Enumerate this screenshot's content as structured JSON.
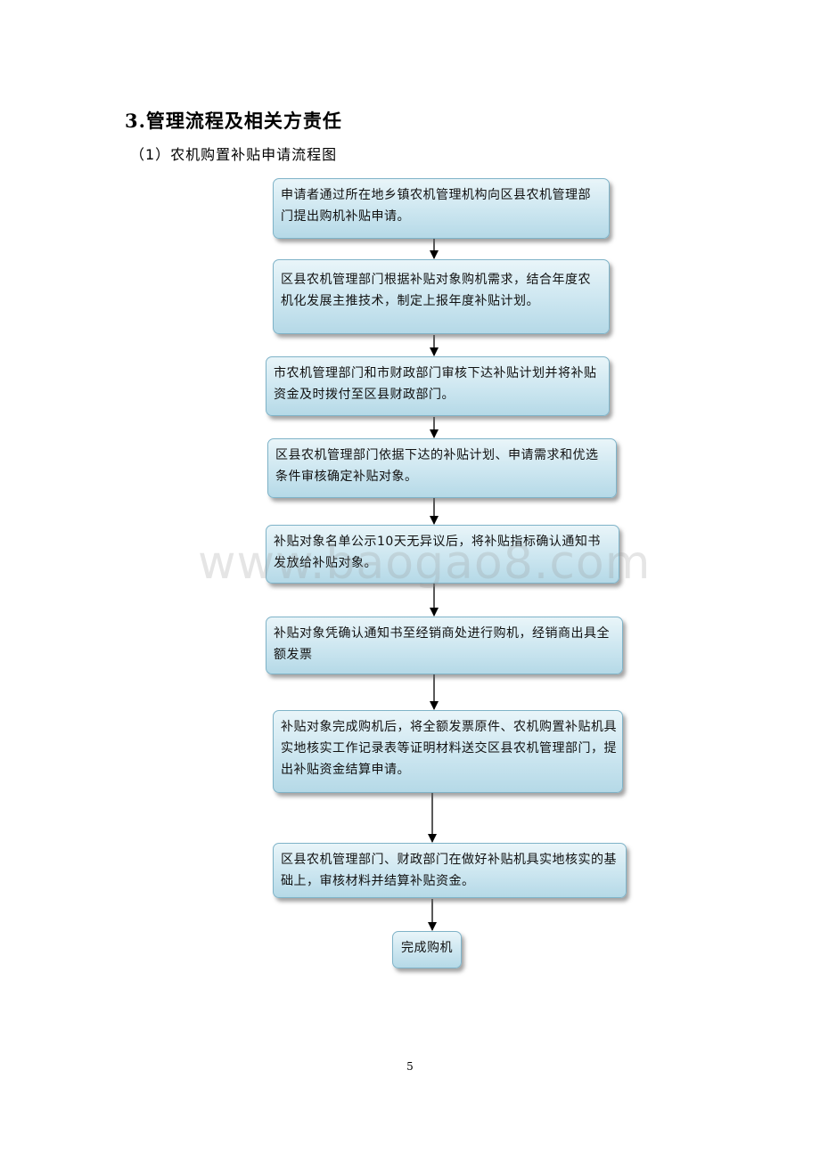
{
  "heading": "3.管理流程及相关方责任",
  "subheading": "（1）农机购置补贴申请流程图",
  "flow_steps": [
    "申请者通过所在地乡镇农机管理机构向区县农机管理部门提出购机补贴申请。",
    "区县农机管理部门根据补贴对象购机需求，结合年度农机化发展主推技术，制定上报年度补贴计划。",
    "市农机管理部门和市财政部门审核下达补贴计划并将补贴资金及时拨付至区县财政部门。",
    "区县农机管理部门依据下达的补贴计划、申请需求和优选条件审核确定补贴对象。",
    "补贴对象名单公示10天无异议后，将补贴指标确认通知书发放给补贴对象。",
    "补贴对象凭确认通知书至经销商处进行购机，经销商出具全额发票",
    "补贴对象完成购机后，将全额发票原件、农机购置补贴机具实地核实工作记录表等证明材料送交区县农机管理部门，提出补贴资金结算申请。",
    "区县农机管理部门、财政部门在做好补贴机具实地核实的基础上，审核材料并结算补贴资金。"
  ],
  "final_step": "完成购机",
  "watermark": "www.baogao8.com",
  "page_number": "5"
}
